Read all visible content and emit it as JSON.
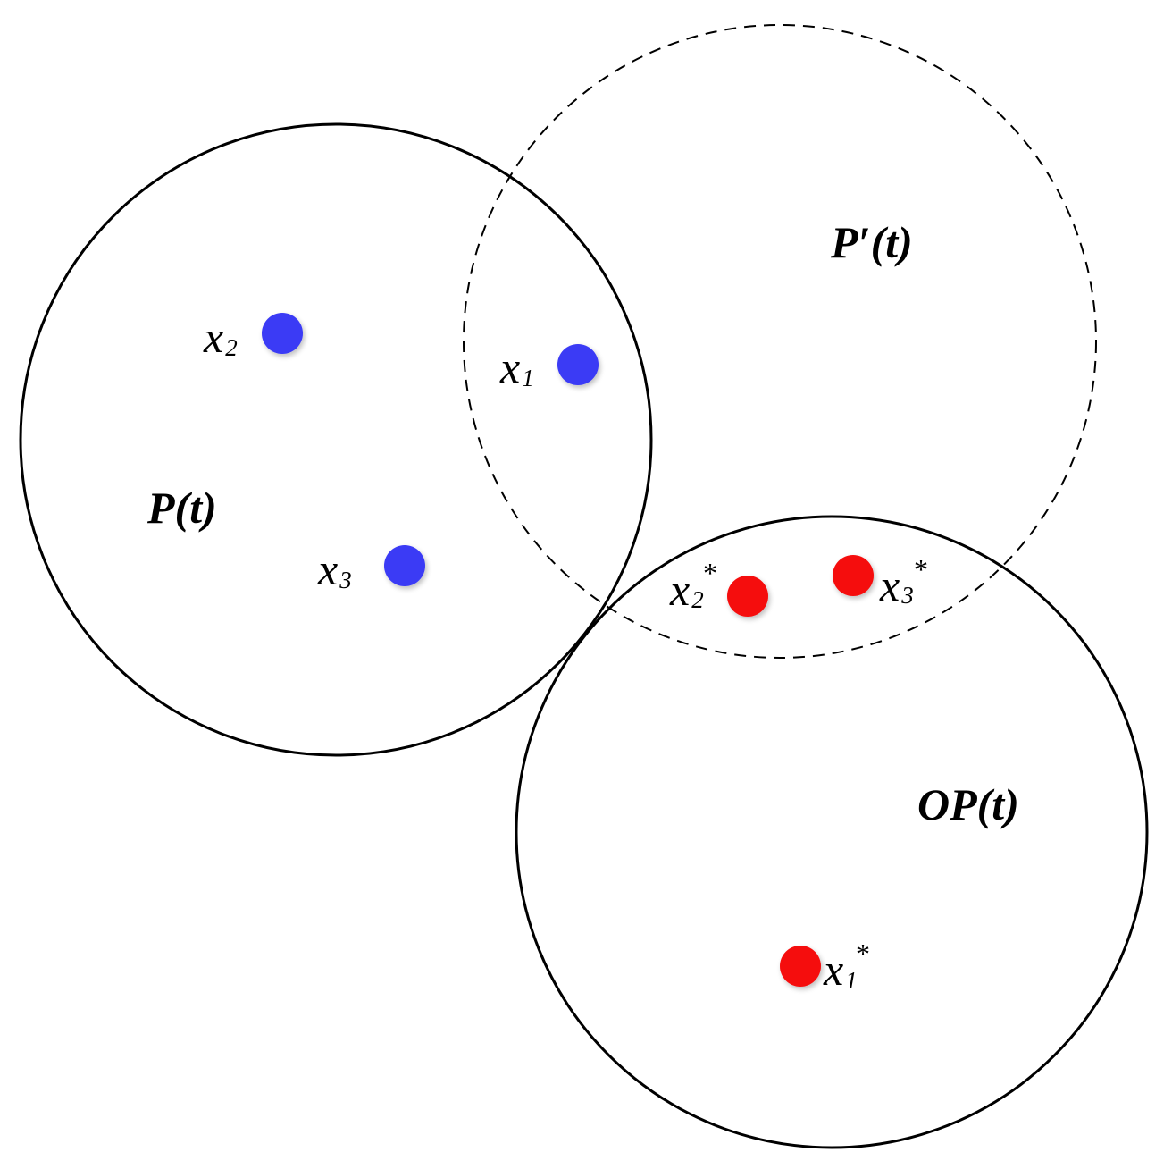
{
  "diagram": {
    "sets": {
      "p": {
        "label": "P(t)"
      },
      "p_prime": {
        "label": "P′(t)"
      },
      "op": {
        "label": "OP(t)"
      }
    },
    "points": {
      "x1": {
        "base": "x",
        "sub": "1",
        "sup": ""
      },
      "x2": {
        "base": "x",
        "sub": "2",
        "sup": ""
      },
      "x3": {
        "base": "x",
        "sub": "3",
        "sup": ""
      },
      "x1_star": {
        "base": "x",
        "sub": "1",
        "sup": "*"
      },
      "x2_star": {
        "base": "x",
        "sub": "2",
        "sup": "*"
      },
      "x3_star": {
        "base": "x",
        "sub": "3",
        "sup": "*"
      }
    },
    "colors": {
      "population_point": "#3a3af5",
      "opposite_point": "#f50a0a",
      "outline": "#000000",
      "background": "#ffffff"
    }
  }
}
